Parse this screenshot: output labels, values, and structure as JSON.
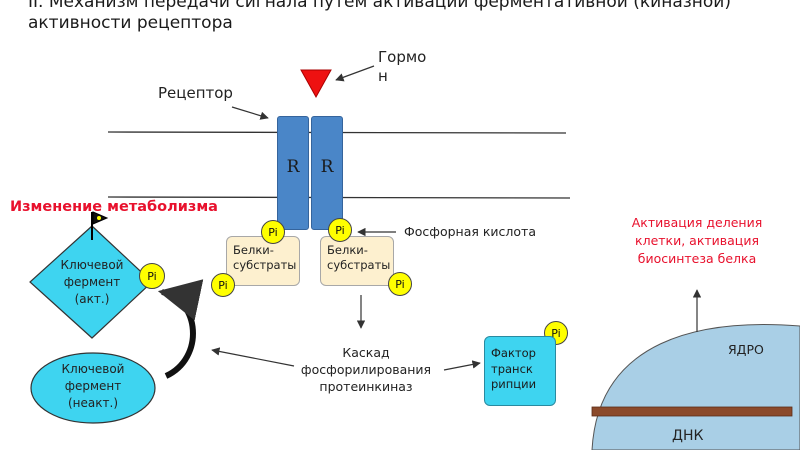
{
  "title": "II. Механизм передачи сигнала путем активации ферментативной (киназной) активности рецептора",
  "hormone_label": "Гормо\nн",
  "receptor_label": "Рецептор",
  "receptor_units": [
    "R",
    "R"
  ],
  "phosphate_label": "Pi",
  "phosphoric_acid_label": "Фосфорная кислота",
  "substrate_label": "Белки-\nсубстраты",
  "metabolism_change_label": "Изменение метаболизма",
  "key_enzyme_active": "Ключевой\nфермент\n(акт.)",
  "key_enzyme_inactive": "Ключевой\nфермент\n(неакт.)",
  "cascade_label": "Каскад\nфосфорилирования\nпротеинкиназ",
  "transcription_factor_label": "Фактор\nтранск\nрипции",
  "activation_label": "Активация деления\nклетки, активация\nбиосинтеза белка",
  "nucleus_label": "ЯДРО",
  "dna_label": "ДНК",
  "colors": {
    "receptor": "#4a86c8",
    "hormone": "#ee1111",
    "phosphate": "#ffff00",
    "enzyme": "#3ed4f0",
    "substrate": "#fdf0cf",
    "alert_text": "#e8112d",
    "nucleus": "#a9cfe6",
    "dna": "#8b4a2b"
  }
}
